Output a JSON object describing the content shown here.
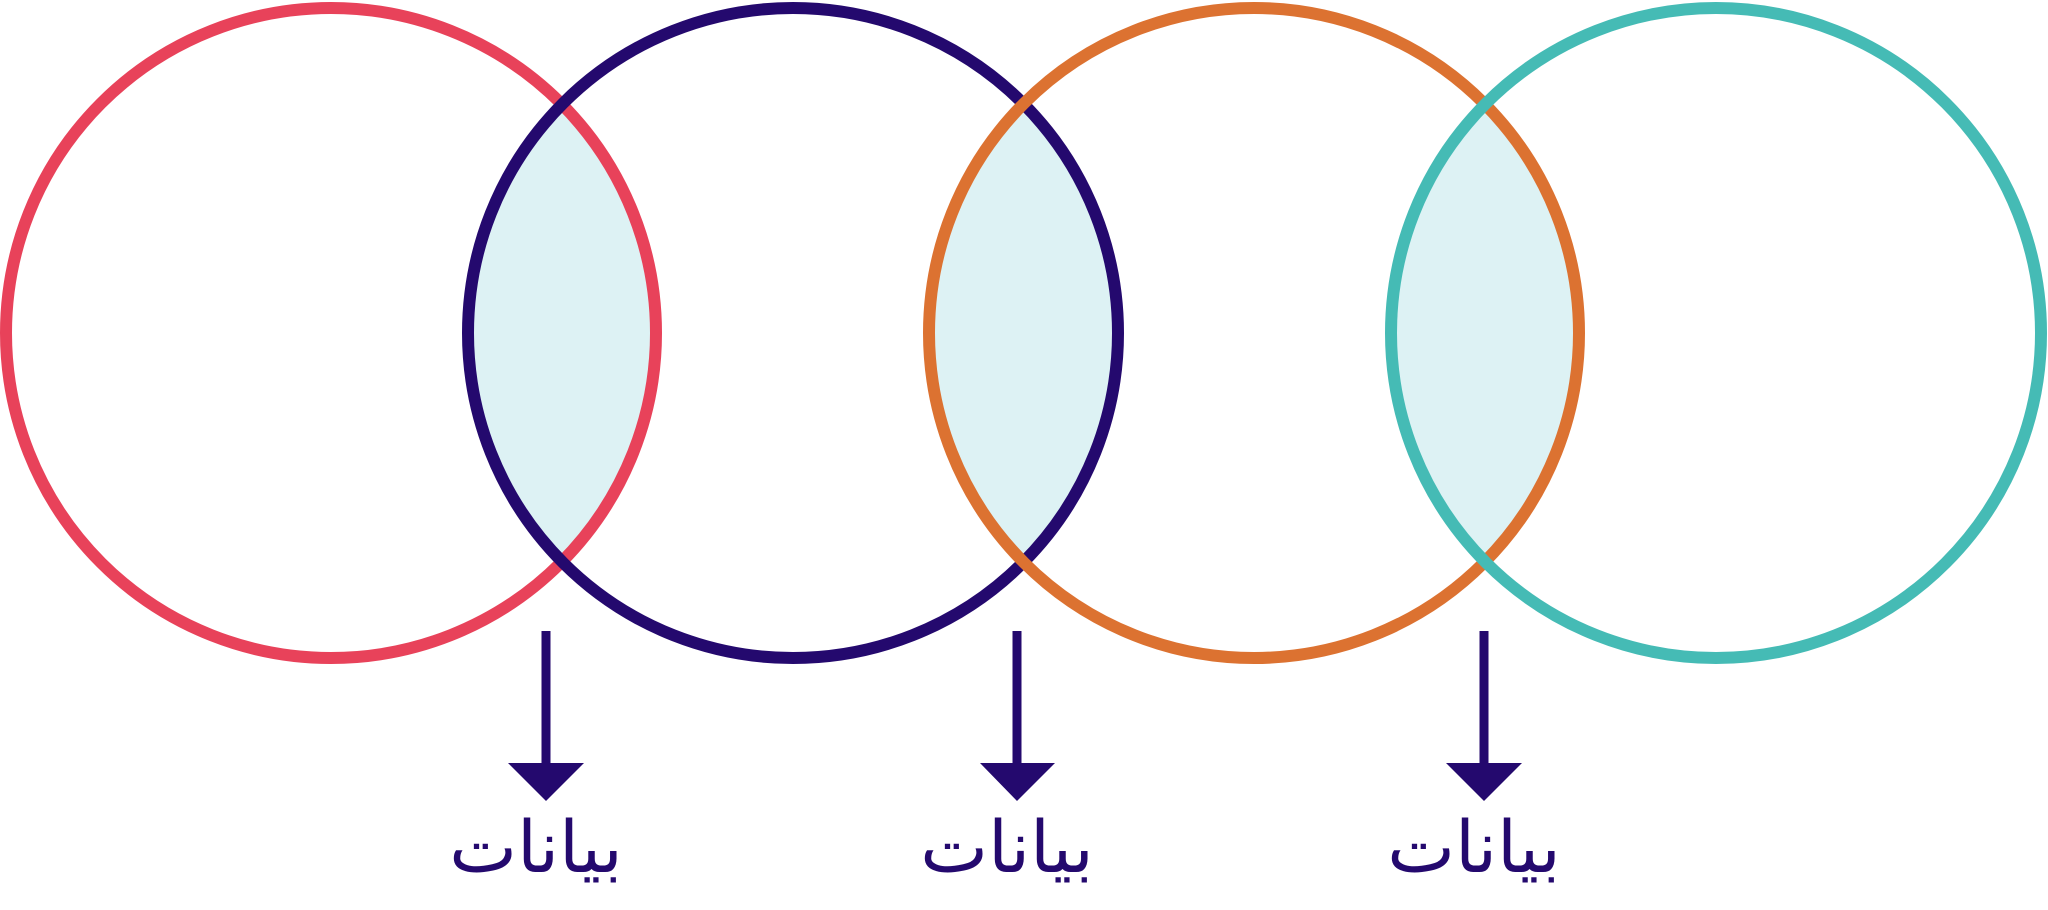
{
  "colors": {
    "circle_1": "#E8425A",
    "circle_2": "#24096E",
    "circle_3": "#DC7231",
    "circle_4": "#45BBB5",
    "overlap_fill": "#DDF2F4",
    "arrow": "#24096E",
    "label_text": "#24096E"
  },
  "circles": [
    {
      "id": "circle-red",
      "color_key": "circle_1"
    },
    {
      "id": "circle-indigo",
      "color_key": "circle_2"
    },
    {
      "id": "circle-orange",
      "color_key": "circle_3"
    },
    {
      "id": "circle-teal",
      "color_key": "circle_4"
    }
  ],
  "labels": [
    {
      "text": "بيانات"
    },
    {
      "text": "بيانات"
    },
    {
      "text": "بيانات"
    }
  ]
}
